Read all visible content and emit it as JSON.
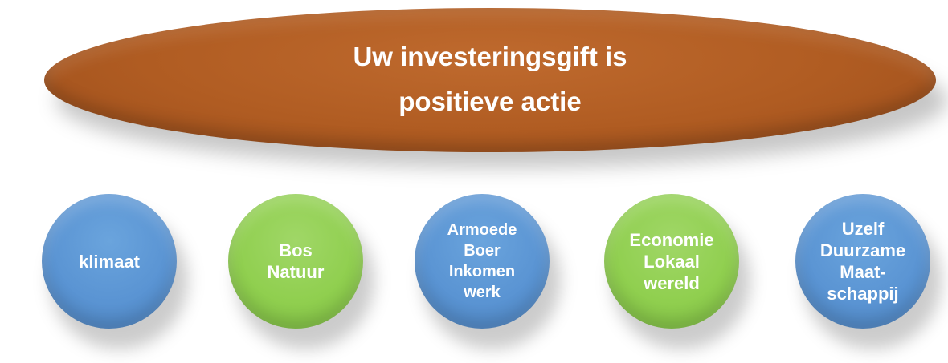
{
  "header": {
    "lines": [
      "Uw investeringsgift is",
      "positieve actie"
    ],
    "color": "#b05c22"
  },
  "circles": [
    {
      "lines": [
        "klimaat"
      ],
      "color": "#5b95d5"
    },
    {
      "lines": [
        "Bos",
        "Natuur"
      ],
      "color": "#92d050"
    },
    {
      "lines": [
        "Armoede",
        "Boer",
        "Inkomen",
        "werk"
      ],
      "color": "#5b95d5"
    },
    {
      "lines": [
        "Economie",
        "Lokaal",
        "wereld"
      ],
      "color": "#92d050"
    },
    {
      "lines": [
        "Uzelf",
        "Duurzame",
        "Maat-",
        "schappij"
      ],
      "color": "#5b95d5"
    }
  ]
}
